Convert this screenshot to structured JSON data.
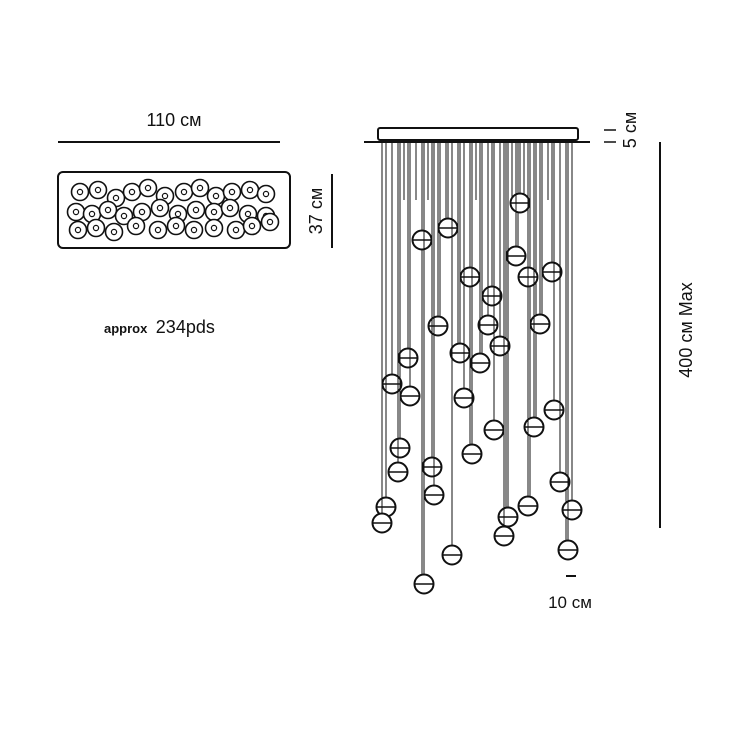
{
  "diagram": {
    "top_view": {
      "width_label": "110 см",
      "depth_label": "37 см"
    },
    "weight": {
      "prefix": "approx",
      "value": "234pds"
    },
    "side_view": {
      "canopy_height_label": "5 см",
      "drop_label": "400 см Max",
      "globe_diameter_label": "10 см"
    },
    "colors": {
      "line": "#111111",
      "background": "#ffffff"
    }
  }
}
